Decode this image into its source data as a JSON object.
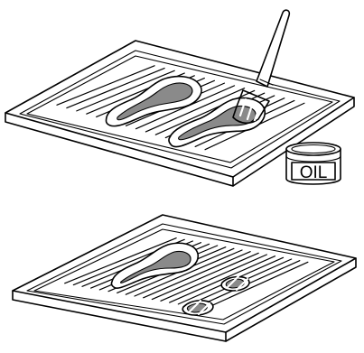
{
  "jar": {
    "label": "OIL"
  },
  "colors": {
    "outline": "#000000",
    "meat": "#8a8a8a",
    "background": "#ffffff"
  },
  "scenes": [
    {
      "name": "brushing-oil-on-food-on-tray"
    },
    {
      "name": "cooked-food-on-grill-tray"
    }
  ]
}
